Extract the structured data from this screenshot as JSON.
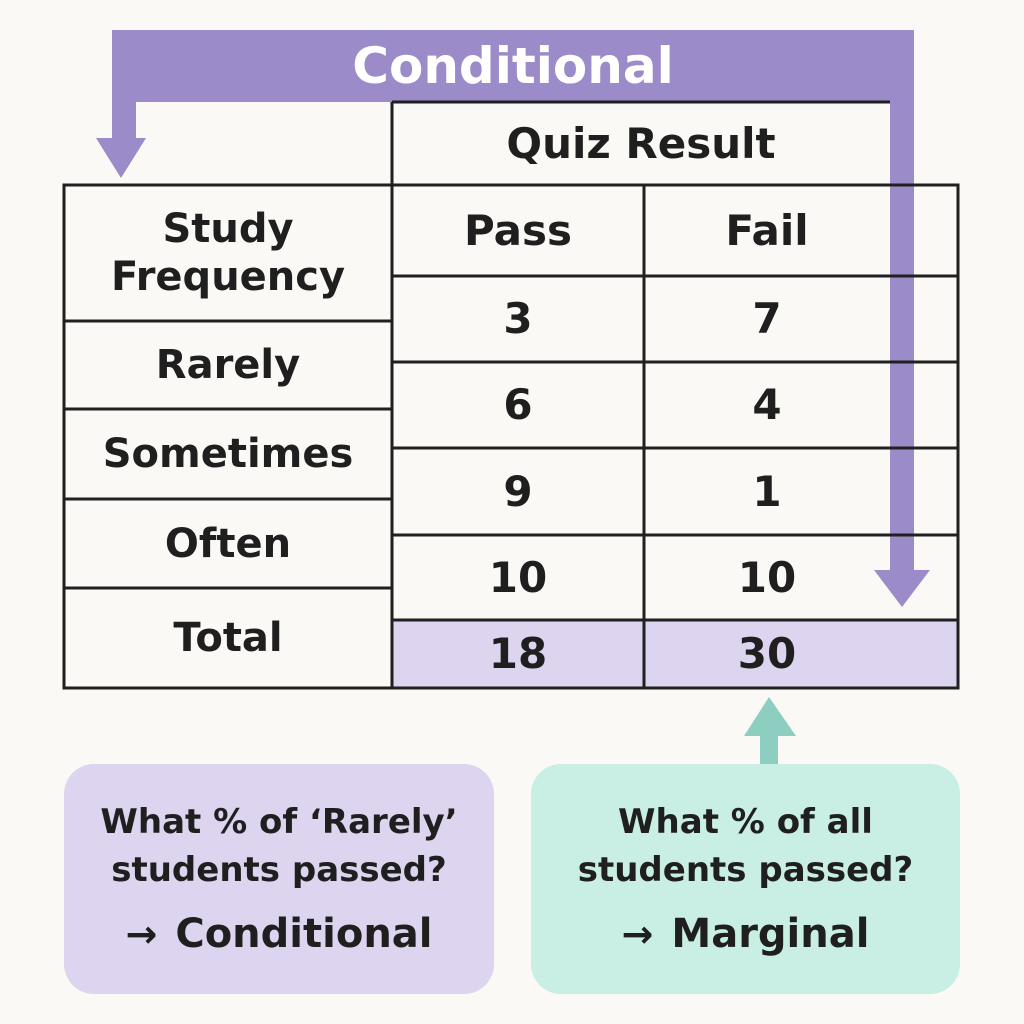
{
  "diagram": {
    "title": "Conditional",
    "table": {
      "top_header": "Quiz Result",
      "row_header": "Study Frequency",
      "column_headers": [
        "Pass",
        "Fail"
      ],
      "row_labels": [
        "Rarely",
        "Sometimes",
        "Often",
        "Total"
      ],
      "cells": [
        [
          "3",
          "7"
        ],
        [
          "6",
          "4"
        ],
        [
          "9",
          "1"
        ],
        [
          "10",
          "10"
        ]
      ],
      "total_row": [
        "18",
        "30"
      ]
    },
    "cards": {
      "conditional": {
        "question_line1": "What % of ‘Rarely’",
        "question_line2": "students passed?",
        "answer": "Conditional",
        "arrow_icon": "→"
      },
      "marginal": {
        "question_line1": "What % of all",
        "question_line2": "students passed?",
        "answer": "Marginal",
        "arrow_icon": "→"
      }
    },
    "colors": {
      "background": "#fbf9f5",
      "purple_accent": "#9b8bc8",
      "purple_fill": "#ddd4ef",
      "teal_fill": "#c9eee4",
      "teal_accent": "#8ccfc0",
      "line": "#202020",
      "text": "#1f1f1f"
    },
    "icons": {
      "top_arrow": "arrow-down-icon",
      "right_arrow": "arrow-down-icon",
      "marginal_arrow": "arrow-up-icon",
      "answer_arrow": "arrow-right-icon"
    }
  }
}
